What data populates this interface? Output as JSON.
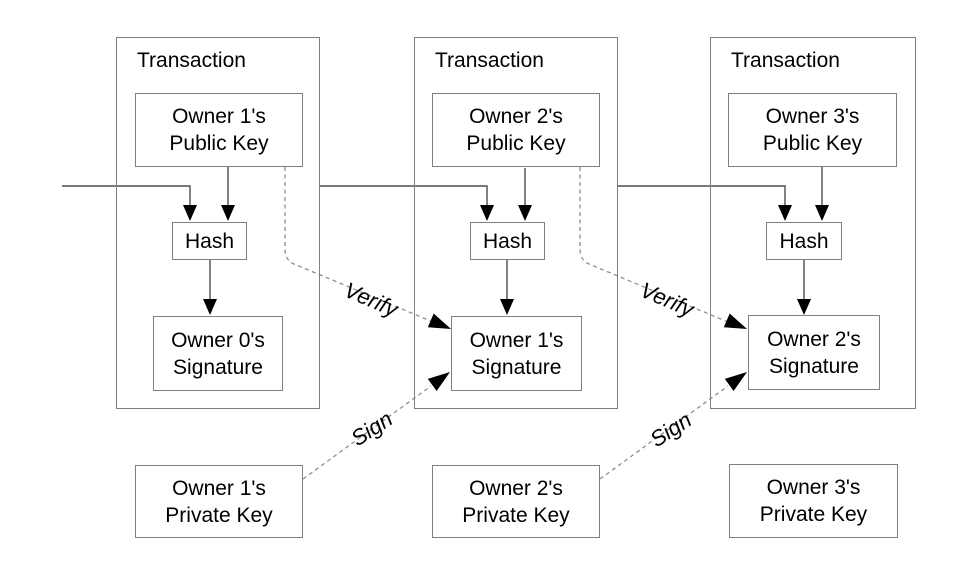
{
  "transactions": [
    {
      "label": "Transaction",
      "public_key_line1": "Owner 1's",
      "public_key_line2": "Public Key",
      "hash_label": "Hash",
      "signature_line1": "Owner 0's",
      "signature_line2": "Signature"
    },
    {
      "label": "Transaction",
      "public_key_line1": "Owner 2's",
      "public_key_line2": "Public Key",
      "hash_label": "Hash",
      "signature_line1": "Owner 1's",
      "signature_line2": "Signature"
    },
    {
      "label": "Transaction",
      "public_key_line1": "Owner 3's",
      "public_key_line2": "Public Key",
      "hash_label": "Hash",
      "signature_line1": "Owner 2's",
      "signature_line2": "Signature"
    }
  ],
  "private_keys": [
    {
      "line1": "Owner 1's",
      "line2": "Private Key"
    },
    {
      "line1": "Owner 2's",
      "line2": "Private Key"
    },
    {
      "line1": "Owner 3's",
      "line2": "Private Key"
    }
  ],
  "arrow_labels": {
    "verify": "Verify",
    "sign": "Sign"
  },
  "colors": {
    "background": "#ffffff",
    "box_border": "#808080",
    "solid_connector": "#4d4d4d",
    "dashed_connector": "#8f8f8f",
    "arrowhead": "#000000",
    "text": "#000000"
  }
}
